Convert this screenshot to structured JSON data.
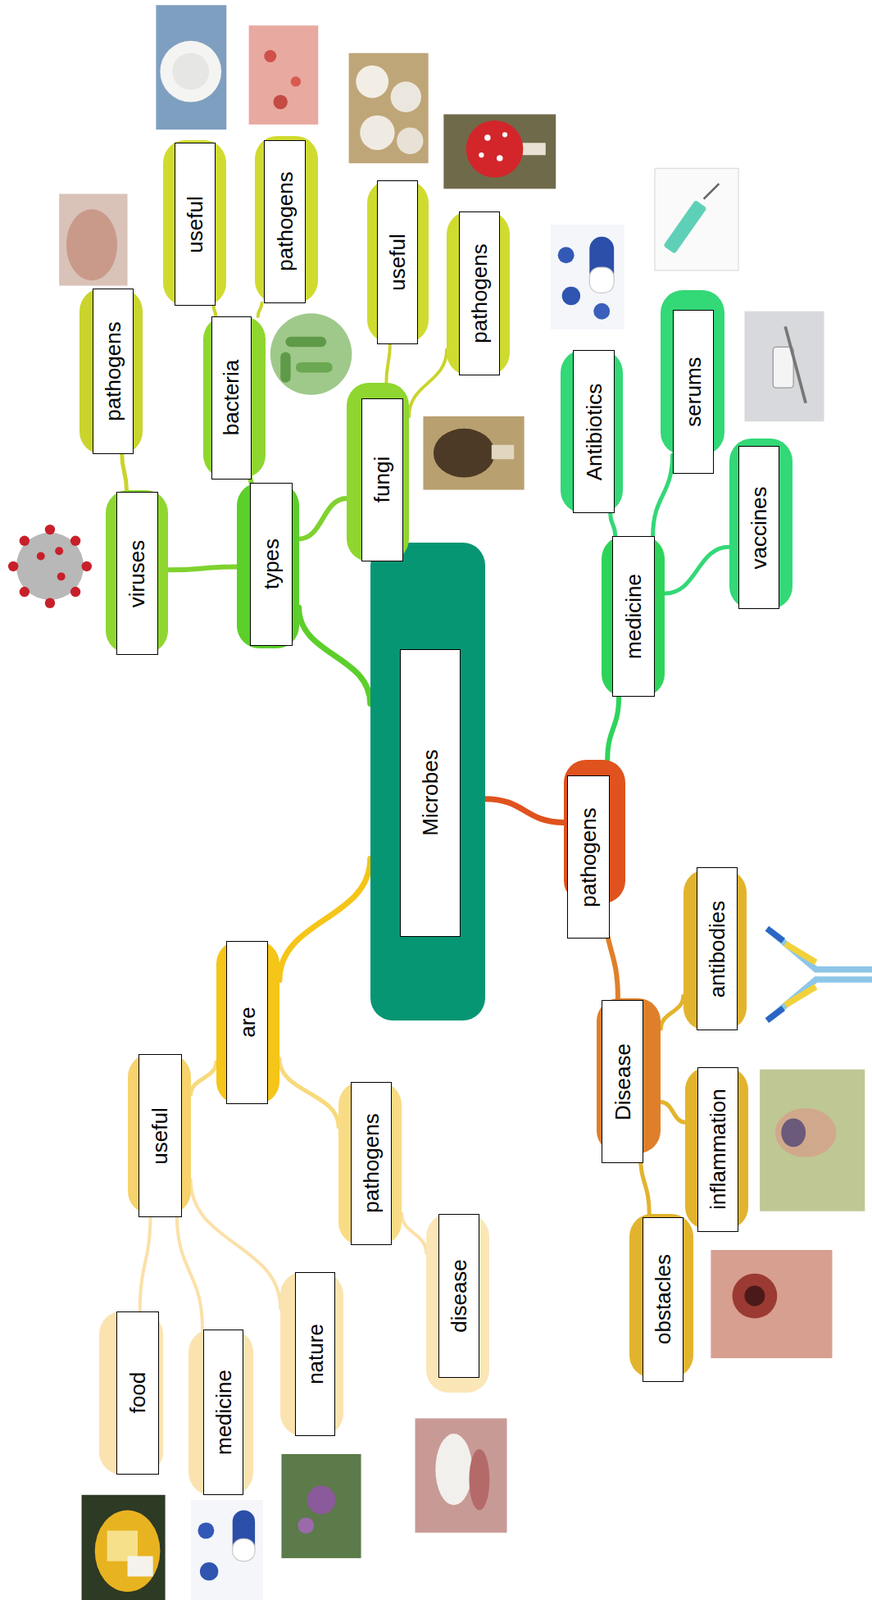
{
  "diagram": {
    "nodes": [
      {
        "text": [
          "Microbes"
        ]
      },
      {
        "text": [
          "types"
        ]
      },
      {
        "text": [
          "viruses"
        ]
      },
      {
        "text": [
          "pathogens"
        ]
      },
      {
        "text": [
          "bacteria"
        ]
      },
      {
        "text": [
          "useful"
        ]
      },
      {
        "text": [
          "pathogens"
        ]
      },
      {
        "text": [
          "fungi"
        ]
      },
      {
        "text": [
          "useful"
        ]
      },
      {
        "text": [
          "pathogens"
        ]
      },
      {
        "text": [
          "pathogens"
        ]
      },
      {
        "text": [
          "medicine"
        ]
      },
      {
        "text": [
          "Antibiotics"
        ]
      },
      {
        "text": [
          "serums"
        ]
      },
      {
        "text": [
          "vaccines"
        ]
      },
      {
        "text": [
          "Disease"
        ]
      },
      {
        "text": [
          "antibodies"
        ]
      },
      {
        "text": [
          "inflammation"
        ]
      },
      {
        "text": [
          "obstacles"
        ]
      },
      {
        "text": [
          "are"
        ]
      },
      {
        "text": [
          "useful"
        ]
      },
      {
        "text": [
          "pathogens"
        ]
      },
      {
        "text": [
          "disease"
        ]
      },
      {
        "text": [
          "food"
        ]
      },
      {
        "text": [
          "medicine"
        ]
      },
      {
        "text": [
          "nature"
        ]
      }
    ],
    "edges": [
      {
        "from": 0,
        "to": 1,
        "arrow": "none"
      },
      {
        "from": 1,
        "to": 2,
        "arrow": "none"
      },
      {
        "from": 2,
        "to": 3,
        "arrow": "none"
      },
      {
        "from": 1,
        "to": 4,
        "arrow": "none"
      },
      {
        "from": 4,
        "to": 5,
        "arrow": "none"
      },
      {
        "from": 4,
        "to": 6,
        "arrow": "none"
      },
      {
        "from": 1,
        "to": 7,
        "arrow": "none"
      },
      {
        "from": 7,
        "to": 8,
        "arrow": "none"
      },
      {
        "from": 7,
        "to": 9,
        "arrow": "none"
      },
      {
        "from": 0,
        "to": 10,
        "arrow": "none"
      },
      {
        "from": 10,
        "to": 11,
        "arrow": "none"
      },
      {
        "from": 11,
        "to": 12,
        "arrow": "none"
      },
      {
        "from": 11,
        "to": 13,
        "arrow": "none"
      },
      {
        "from": 11,
        "to": 14,
        "arrow": "none"
      },
      {
        "from": 10,
        "to": 15,
        "arrow": "none"
      },
      {
        "from": 15,
        "to": 16,
        "arrow": "none"
      },
      {
        "from": 15,
        "to": 17,
        "arrow": "none"
      },
      {
        "from": 15,
        "to": 18,
        "arrow": "none"
      },
      {
        "from": 0,
        "to": 19,
        "arrow": "none"
      },
      {
        "from": 19,
        "to": 20,
        "arrow": "none"
      },
      {
        "from": 19,
        "to": 21,
        "arrow": "none"
      },
      {
        "from": 21,
        "to": 22,
        "arrow": "none"
      },
      {
        "from": 20,
        "to": 23,
        "arrow": "none"
      },
      {
        "from": 20,
        "to": 24,
        "arrow": "none"
      },
      {
        "from": 20,
        "to": 25,
        "arrow": "none"
      }
    ]
  }
}
